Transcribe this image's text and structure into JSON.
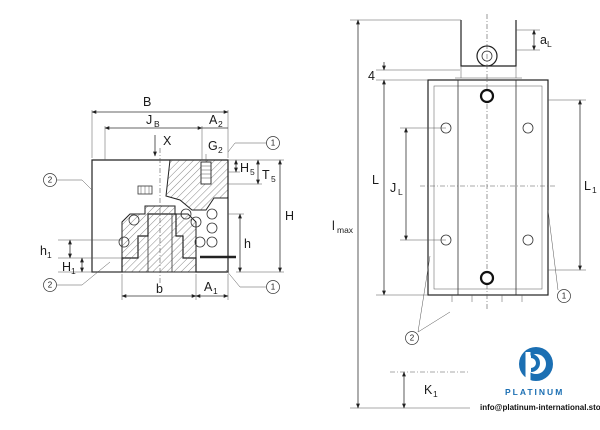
{
  "cross_section": {
    "labels": {
      "B": "B",
      "JB": "J",
      "JB_sub": "B",
      "X": "X",
      "A2": "A",
      "A2_sub": "2",
      "G2": "G",
      "G2_sub": "2",
      "H5": "H",
      "H5_sub": "5",
      "T5": "T",
      "T5_sub": "5",
      "H": "H",
      "h": "h",
      "h1": "h",
      "h1_sub": "1",
      "H1": "H",
      "H1_sub": "1",
      "b": "b",
      "A1": "A",
      "A1_sub": "1"
    },
    "callouts": [
      "1",
      "2",
      "2",
      "1"
    ]
  },
  "side_view": {
    "labels": {
      "aL": "a",
      "aL_sub": "L",
      "four": "4",
      "L": "L",
      "JL": "J",
      "JL_sub": "L",
      "L1": "L",
      "L1_sub": "1",
      "lmax": "l",
      "lmax_sub": "max",
      "K1": "K",
      "K1_sub": "1"
    },
    "callouts": [
      "1",
      "2"
    ]
  },
  "brand": {
    "name": "PLATINUM",
    "email": "info@platinum-international.store",
    "color": "#1b6fb3"
  }
}
